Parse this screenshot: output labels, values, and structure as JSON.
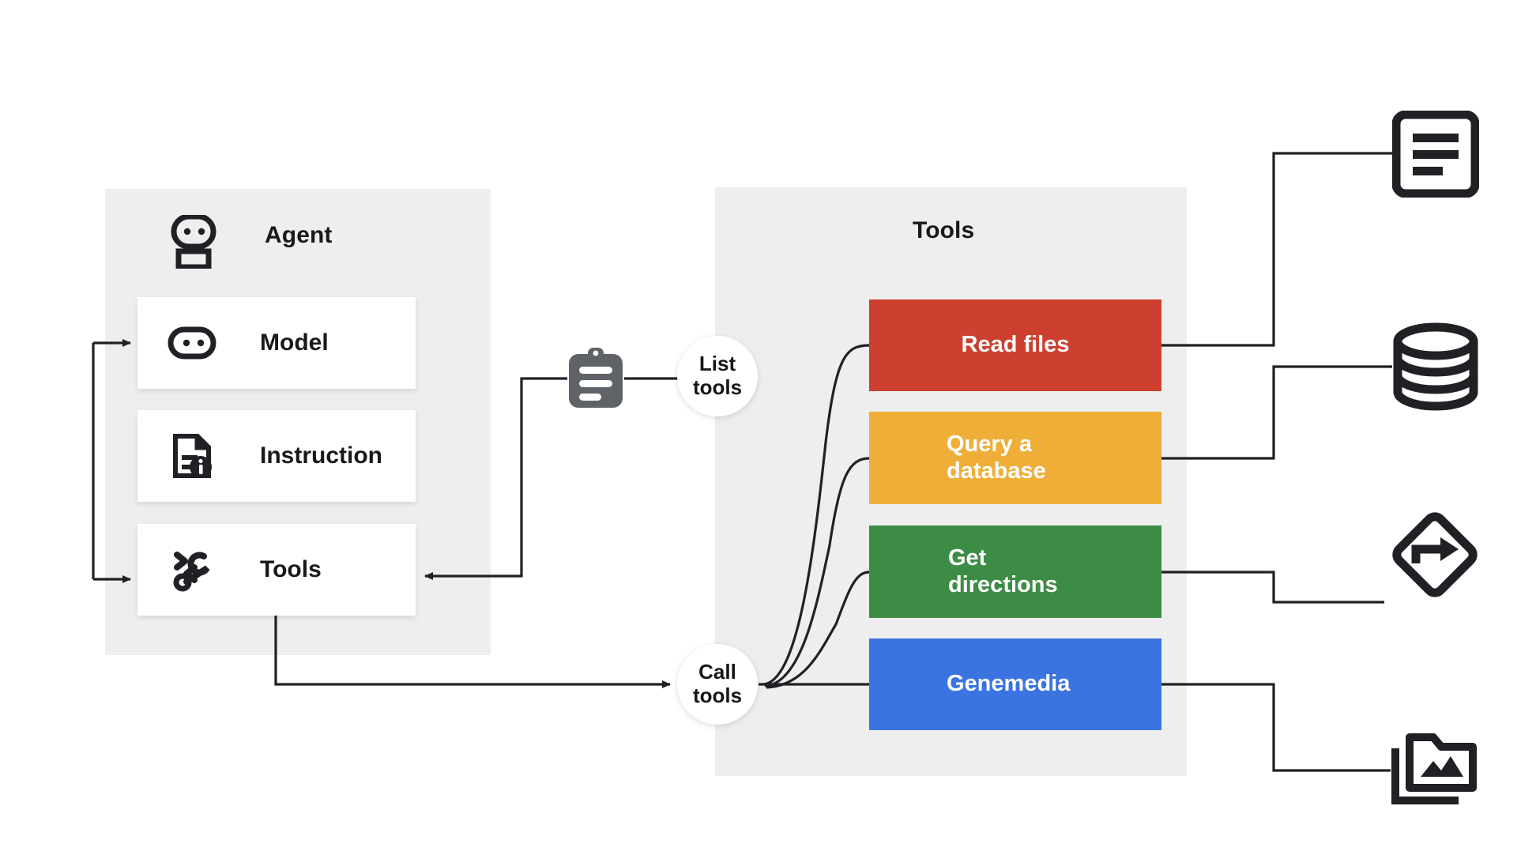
{
  "diagram": {
    "title_agent": "Agent",
    "title_tools": "Tools",
    "background": "#ffffff",
    "panel_color": "#eeeeee",
    "line_color": "#1f2125"
  },
  "agent": {
    "title": "Agent",
    "icon": "robot-icon",
    "cards": [
      {
        "label": "Model",
        "icon": "model-capsule-icon"
      },
      {
        "label": "Instruction",
        "icon": "document-info-icon"
      },
      {
        "label": "Tools",
        "icon": "wrench-chevrons-icon"
      }
    ]
  },
  "nodes": [
    {
      "id": "list-tools",
      "label": "List\ntools"
    },
    {
      "id": "call-tools",
      "label": "Call\ntools"
    }
  ],
  "clipboard": {
    "icon": "clipboard-icon",
    "color": "#5f6368"
  },
  "tools": {
    "title": "Tools",
    "items": [
      {
        "label": "Read files",
        "color": "#cd4030",
        "align": "center"
      },
      {
        "label": "Query a\ndatabase",
        "color": "#efae38",
        "align": "left"
      },
      {
        "label": "Get\ndirections",
        "color": "#3d8c46",
        "align": "left"
      },
      {
        "label": "Genemedia",
        "color": "#3b74e0",
        "align": "left"
      }
    ]
  },
  "resources": [
    {
      "icon": "document-lines-icon",
      "linked_to": "Read files"
    },
    {
      "icon": "database-icon",
      "linked_to": "Query a database"
    },
    {
      "icon": "directions-sign-icon",
      "linked_to": "Get directions"
    },
    {
      "icon": "media-folder-icon",
      "linked_to": "Genemedia"
    }
  ]
}
